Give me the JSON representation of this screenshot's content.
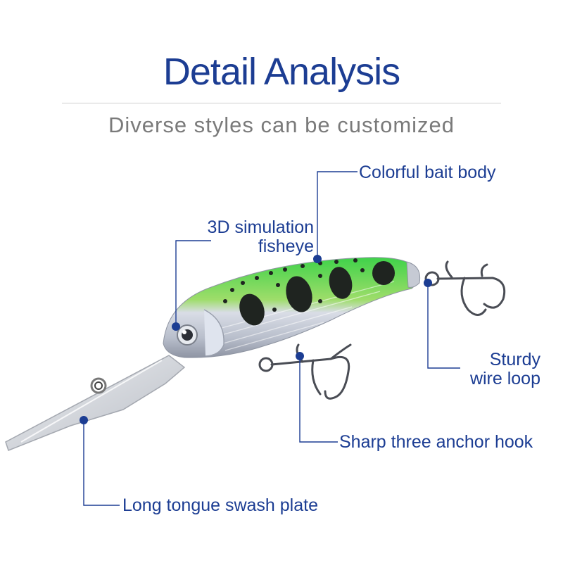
{
  "header": {
    "title": "Detail Analysis",
    "subtitle": "Diverse styles can be customized"
  },
  "callouts": {
    "body": "Colorful bait body",
    "eye_line1": "3D simulation",
    "eye_line2": "fisheye",
    "loop_line1": "Sturdy",
    "loop_line2": "wire loop",
    "hook": "Sharp three anchor hook",
    "lip": "Long tongue swash plate"
  },
  "colors": {
    "accent": "#1c3d93",
    "lure_green": "#3fd24a",
    "lure_silver": "#c9ccd6"
  }
}
